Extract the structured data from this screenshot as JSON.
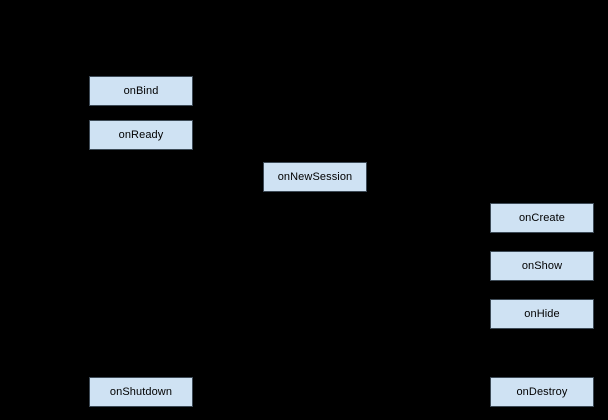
{
  "diagram": {
    "description": "Lifecycle flowchart of service and session callback methods on a black background; connector arrows and headings are not visible (drawn in black).",
    "colors": {
      "background": "#000000",
      "node_fill": "#cfe2f3",
      "node_border": "#3d4a56",
      "node_text": "#000000"
    },
    "nodes": [
      {
        "label": "onBind"
      },
      {
        "label": "onReady"
      },
      {
        "label": "onNewSession"
      },
      {
        "label": "onCreate"
      },
      {
        "label": "onShow"
      },
      {
        "label": "onHide"
      },
      {
        "label": "onShutdown"
      },
      {
        "label": "onDestroy"
      }
    ]
  }
}
